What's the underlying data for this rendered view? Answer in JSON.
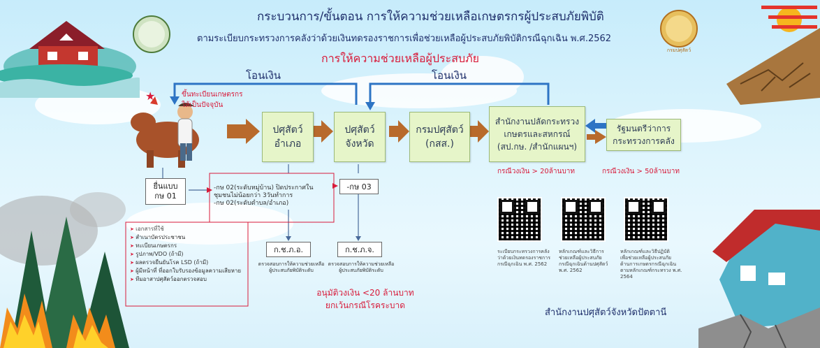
{
  "header": {
    "title": "กระบวนการ/ขั้นตอน การให้ความช่วยเหลือเกษตรกรผู้ประสบภัยพิบัติ",
    "subtitle": "ตามระเบียบกระทรวงการคลังว่าด้วยเงินทดรองราชการเพื่อช่วยเหลือผู้ประสบภัยพิบัติกรณีฉุกเฉิน พ.ศ.2562",
    "red_title": "การให้ความช่วยเหลือผู้ประสบภัย",
    "right_logo_caption": "กรมปศุสัตว์"
  },
  "transfers": {
    "left_label": "โอนเงิน",
    "right_label": "โอนเงิน"
  },
  "farmer": {
    "note_line1": "ขึ้นทะเบียนเกษตรกร",
    "note_line2": "ให้เป็นปัจจุบัน"
  },
  "flow": {
    "box1": [
      "ปศุสัตว์",
      "อำเภอ"
    ],
    "box2": [
      "ปศุสัตว์",
      "จังหวัด"
    ],
    "box3": [
      "กรมปศุสัตว์",
      "(กสส.)"
    ],
    "box4": [
      "สำนักงานปลัดกระทรวง",
      "เกษตรและสหกรณ์",
      "(สป.กษ. /สำนักแผนฯ)"
    ],
    "box5": [
      "รัฐมนตรีว่าการ",
      "กระทรวงการคลัง"
    ],
    "box4_limit": "กรณีวงเงิน > 20ล้านบาท",
    "box5_limit": "กรณีวงเงิน > 50ล้านบาท"
  },
  "forms": {
    "kt01": [
      "ยื่นแบบ",
      "กษ 01"
    ],
    "kt02_desc": [
      "-กษ 02(ระดับหมู่บ้าน) ปิดประกาศใน",
      "ชุมชนไม่น้อยกว่า 3วันทำการ",
      "-กษ 02(ระดับตำบล/อำเภอ)"
    ],
    "kt03": "-กษ 03",
    "kchaa": "ก.ช.ภ.อ.",
    "kchaj": "ก.ช.ภ.จ.",
    "kchaa_note": [
      "ตรวจสอบการให้ความช่วยเหลือ",
      "ผู้ประสบภัยพิบัติระดับ"
    ],
    "kchaj_note": [
      "ตรวจสอบการให้ความช่วยเหลือ",
      "ผู้ประสบภัยพิบัติระดับ"
    ]
  },
  "documents": {
    "header": "เอกสารที่ใช้",
    "items": [
      "สำเนาบัตรประชาชน",
      "ทะเบียนเกษตรกร",
      "รูปภาพ/VDO (ถ้ามี)",
      "ผลตรวจยืนยันโรค LSD (ถ้ามี)",
      "ผู้มีหน้าที่ ที่ออกใบรับรองข้อมูลความเสียหาย",
      "ทีมอาสาปศุสัตว์ออกตรวจสอบ"
    ]
  },
  "budget_note": [
    "อนุมัติวงเงิน <20 ล้านบาท",
    "ยกเว้นกรณีโรคระบาด"
  ],
  "qr_captions": {
    "qr1": [
      "ระเบียบกระทรวงการคลัง",
      "ว่าด้วยเงินทดรองราชการ",
      "กรณีฉุกเฉิน พ.ศ. 2562"
    ],
    "qr2": [
      "หลักเกณฑ์และวิธีการ",
      "ช่วยเหลือผู้ประสบภัย",
      "กรณีฉุกเฉินด้านปศุสัตว์",
      "พ.ศ. 2562"
    ],
    "qr3": [
      "หลักเกณฑ์และวิธีปฏิบัติ",
      "เพื่อช่วยเหลือผู้ประสบภัย",
      "ด้านการเกษตรกรณีฉุกเฉิน",
      "ตามหลักเกณฑ์กระทรวง พ.ศ. 2564"
    ]
  },
  "footer": {
    "office": "สำนักงานปศุสัตว์จังหวัดปัตตานี"
  },
  "colors": {
    "title": "#1f2f6b",
    "red": "#d81b3a",
    "box_fill": "#e6f5c9",
    "arrow_orange": "#b86a2c",
    "flow_blue": "#2d74c4",
    "background": "#cfeefb"
  }
}
